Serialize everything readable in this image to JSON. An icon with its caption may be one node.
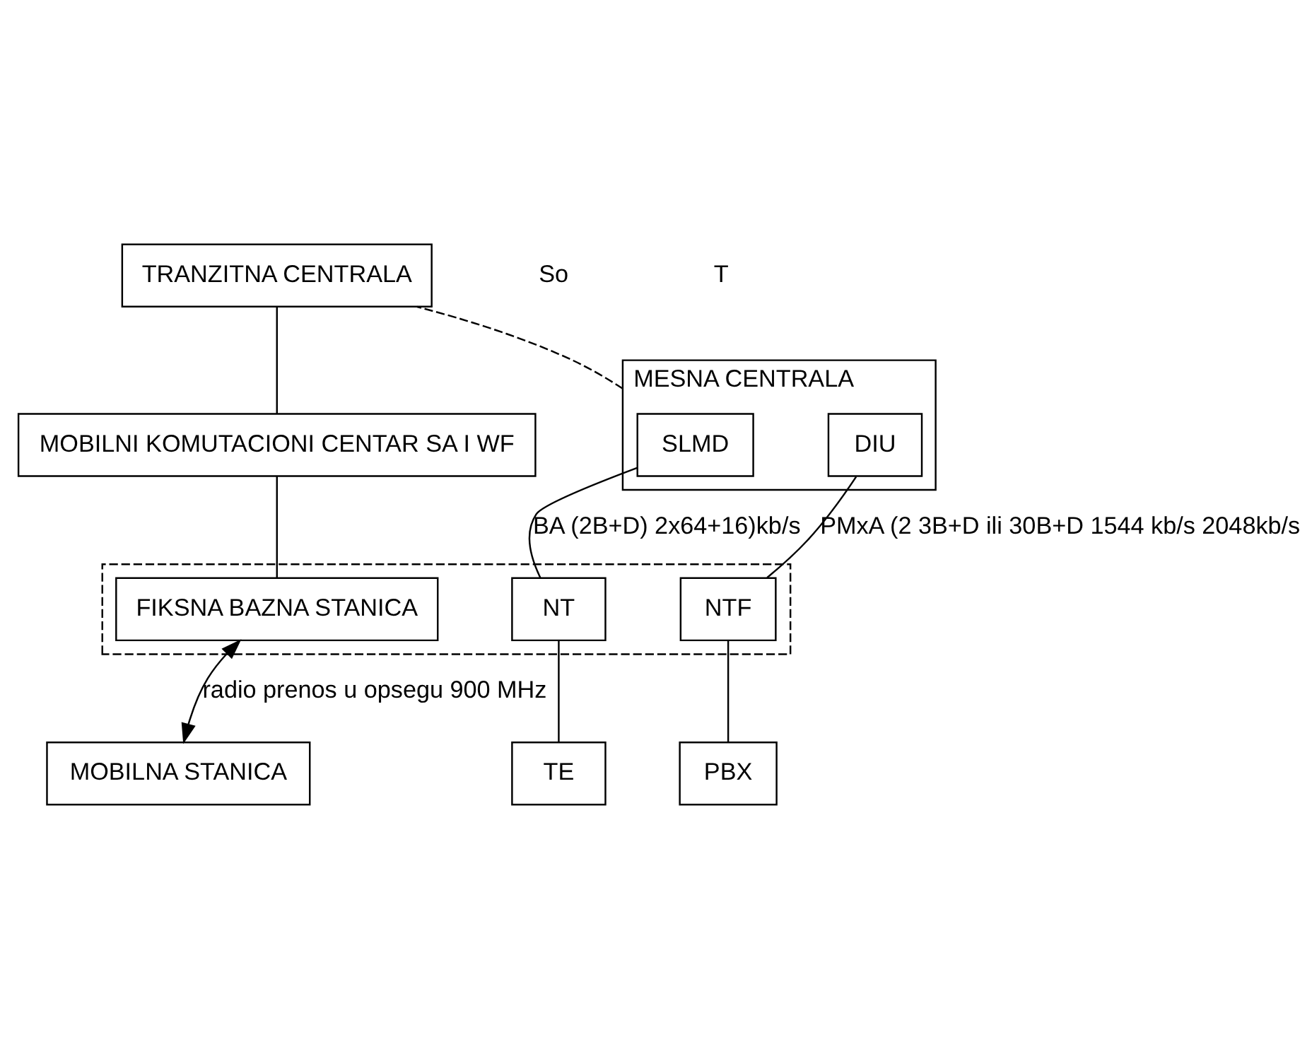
{
  "diagram": {
    "nodes": [
      {
        "text": [
          "TRANZITNA CENTRALA"
        ]
      },
      {
        "text": [
          "MESNA CENTRALA"
        ]
      },
      {
        "text": [
          "SLMD"
        ],
        "in": 1
      },
      {
        "text": [
          "DIU"
        ],
        "in": 1
      },
      {
        "text": [
          "MOBILNI KOMUTACIONI CENTAR SA I WF"
        ]
      },
      {
        "text": [],
        "shape": "box"
      },
      {
        "text": [
          "FIKSNA BAZNA STANICA"
        ],
        "in": 5
      },
      {
        "text": [
          "NT"
        ],
        "in": 5
      },
      {
        "text": [
          "NTF"
        ],
        "in": 5
      },
      {
        "text": [
          "TE"
        ]
      },
      {
        "text": [
          "PBX"
        ]
      },
      {
        "text": [
          "MOBILNA STANICA"
        ]
      }
    ],
    "edges": [
      {
        "from": 1,
        "to": 0,
        "arrow": "none",
        "style": "dashed"
      },
      {
        "from": 0,
        "to": 4,
        "arrow": "none"
      },
      {
        "from": 4,
        "to": 6,
        "arrow": "none"
      },
      {
        "from": 2,
        "to": 7,
        "arrow": "none",
        "label": "BA (2B+D) 2x64+16)kb/s"
      },
      {
        "from": 3,
        "to": 8,
        "arrow": "none",
        "label": "PMxA (2 3B+D ili 30B+D 1544 kb/s 2048kb/s"
      },
      {
        "from": 7,
        "to": 9,
        "arrow": "none"
      },
      {
        "from": 8,
        "to": 10,
        "arrow": "none"
      },
      {
        "from": 6,
        "to": 11,
        "arrow": "both",
        "label": "radio prenos u opsegu 900 MHz"
      }
    ],
    "labels": [
      "So",
      "T"
    ]
  }
}
